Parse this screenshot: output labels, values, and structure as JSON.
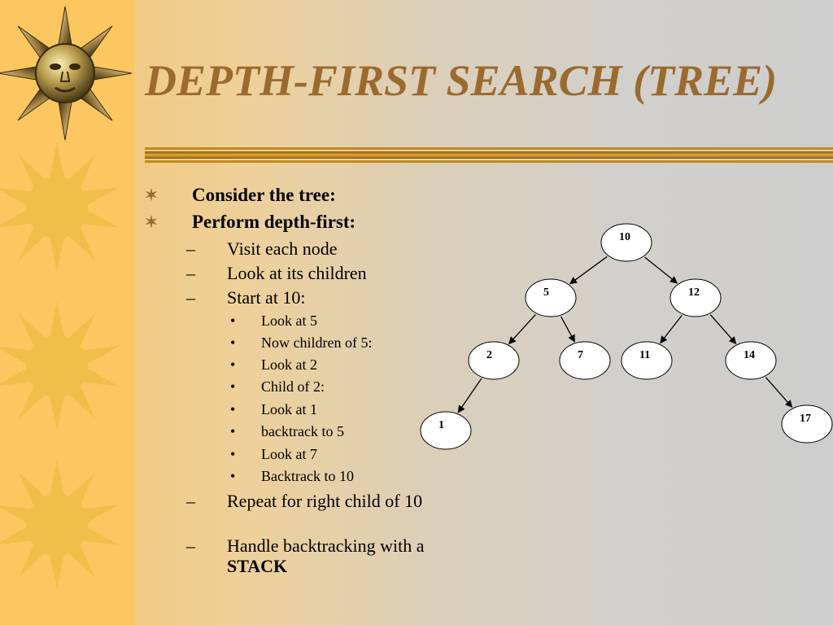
{
  "slide": {
    "title": "DEPTH-FIRST SEARCH (TREE)",
    "level1": [
      {
        "text": "Consider the tree:"
      },
      {
        "text": "Perform depth-first:"
      }
    ],
    "level2": [
      {
        "text": "Visit each node"
      },
      {
        "text": "Look at its children"
      },
      {
        "text": "Start at 10:"
      },
      {
        "text": "Repeat for right child of 10"
      },
      {
        "text_prefix": "Handle backtracking with a ",
        "text_bold": "STACK"
      }
    ],
    "level3": [
      {
        "text": "Look at 5"
      },
      {
        "text": "Now children of 5:"
      },
      {
        "text": "Look at 2"
      },
      {
        "text": "Child of 2:"
      },
      {
        "text": "Look at 1"
      },
      {
        "text": "backtrack to 5"
      },
      {
        "text": "Look at 7"
      },
      {
        "text": "Backtrack to 10"
      }
    ],
    "bullets": {
      "level1": "✶",
      "level2": "–",
      "level3": "•"
    }
  },
  "tree": {
    "nodes": [
      {
        "id": "n10",
        "label": "10"
      },
      {
        "id": "n5",
        "label": "5"
      },
      {
        "id": "n12",
        "label": "12"
      },
      {
        "id": "n2",
        "label": "2"
      },
      {
        "id": "n7",
        "label": "7"
      },
      {
        "id": "n11",
        "label": "11"
      },
      {
        "id": "n14",
        "label": "14"
      },
      {
        "id": "n1",
        "label": "1"
      },
      {
        "id": "n17",
        "label": "17"
      }
    ],
    "edges": [
      {
        "from": "n10",
        "to": "n5"
      },
      {
        "from": "n10",
        "to": "n12"
      },
      {
        "from": "n5",
        "to": "n2"
      },
      {
        "from": "n5",
        "to": "n7"
      },
      {
        "from": "n12",
        "to": "n11"
      },
      {
        "from": "n12",
        "to": "n14"
      },
      {
        "from": "n2",
        "to": "n1"
      },
      {
        "from": "n14",
        "to": "n17"
      }
    ]
  },
  "colors": {
    "title": "#9b6a2e",
    "strip": "#fcc660",
    "sun": "#efbf4a",
    "rule": "#c48a1a"
  },
  "icons": {
    "logo": "sun-face-icon",
    "decor": "sun-icon"
  }
}
